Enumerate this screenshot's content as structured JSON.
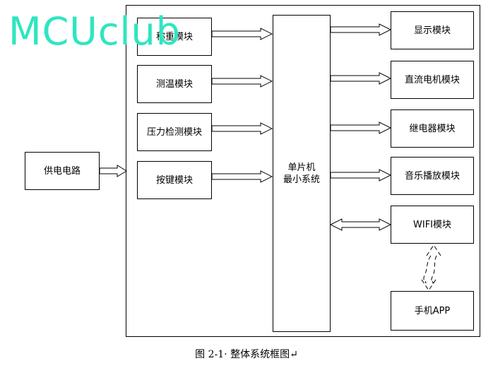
{
  "watermark": "MCUclub",
  "power": "供电电路",
  "inputs": [
    "称重模块",
    "测温模块",
    "压力检测模块",
    "按键模块"
  ],
  "mcu": {
    "line1": "单片机",
    "line2": "最小系统"
  },
  "outputs": [
    "显示模块",
    "直流电机模块",
    "继电器模块",
    "音乐播放模块",
    "WIFI模块"
  ],
  "phone": "手机APP",
  "caption": "图 2-1· 整体系统框图↵"
}
